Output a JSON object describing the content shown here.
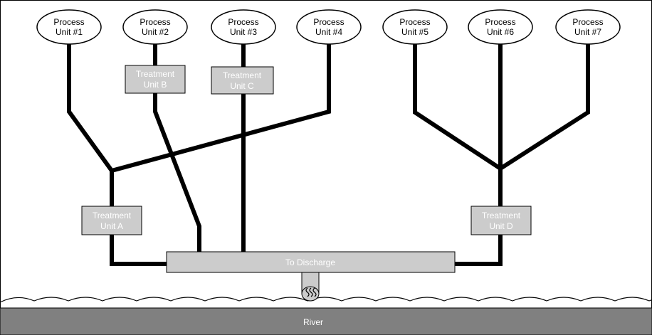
{
  "process_units": [
    {
      "line1": "Process",
      "line2": "Unit #1"
    },
    {
      "line1": "Process",
      "line2": "Unit #2"
    },
    {
      "line1": "Process",
      "line2": "Unit #3"
    },
    {
      "line1": "Process",
      "line2": "Unit #4"
    },
    {
      "line1": "Process",
      "line2": "Unit #5"
    },
    {
      "line1": "Process",
      "line2": "Unit #6"
    },
    {
      "line1": "Process",
      "line2": "Unit #7"
    }
  ],
  "treatment_units": {
    "a": {
      "line1": "Treatment",
      "line2": "Unit A"
    },
    "b": {
      "line1": "Treatment",
      "line2": "Unit B"
    },
    "c": {
      "line1": "Treatment",
      "line2": "Unit C"
    },
    "d": {
      "line1": "Treatment",
      "line2": "Unit D"
    }
  },
  "discharge_label": "To Discharge",
  "river_label": "River",
  "colors": {
    "pipe": "#000000",
    "box_fill": "#cccccc",
    "box_text": "#ffffff",
    "river": "#808080",
    "water_line": "#000000"
  }
}
